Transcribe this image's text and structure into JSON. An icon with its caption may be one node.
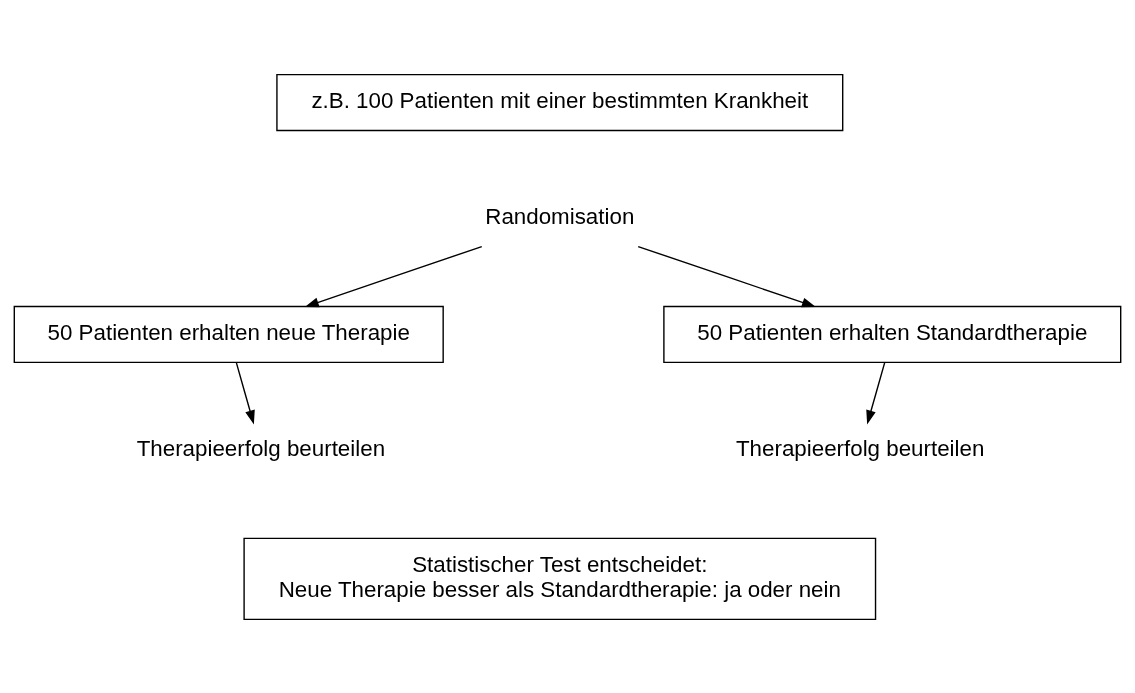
{
  "diagram": {
    "nodes": [
      {
        "text": [
          "z.B. 100 Patienten mit einer bestimmten Krankheit"
        ]
      },
      {
        "text": [
          "Randomisation"
        ]
      },
      {
        "text": [
          "50 Patienten erhalten neue Therapie"
        ]
      },
      {
        "text": [
          "50 Patienten erhalten Standardtherapie"
        ]
      },
      {
        "text": [
          "Therapieerfolg beurteilen"
        ]
      },
      {
        "text": [
          "Therapieerfolg beurteilen"
        ]
      },
      {
        "text": [
          "Statistischer Test entscheidet:",
          "Neue Therapie besser als Standardtherapie: ja oder nein"
        ]
      }
    ],
    "edges": [
      {
        "from": 1,
        "to": 2,
        "arrow": "to"
      },
      {
        "from": 1,
        "to": 3,
        "arrow": "to"
      },
      {
        "from": 2,
        "to": 4,
        "arrow": "to"
      },
      {
        "from": 3,
        "to": 5,
        "arrow": "to"
      }
    ]
  }
}
